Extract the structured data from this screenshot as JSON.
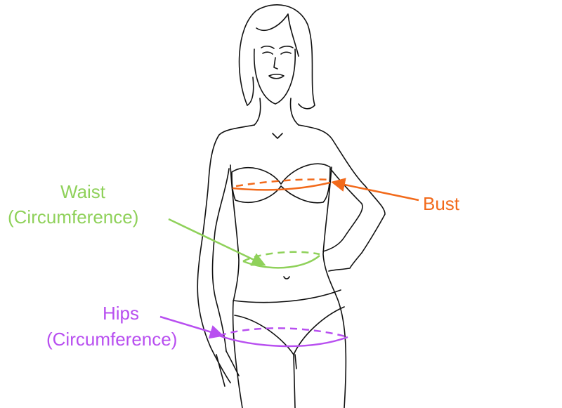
{
  "labels": {
    "bust": "Bust",
    "waist": "Waist",
    "waist_sub": "(Circumference)",
    "hips": "Hips",
    "hips_sub": "(Circumference)"
  },
  "colors": {
    "bust": "#f26a1b",
    "waist": "#8fd15a",
    "hips": "#b84ff0",
    "outline": "#111111"
  }
}
